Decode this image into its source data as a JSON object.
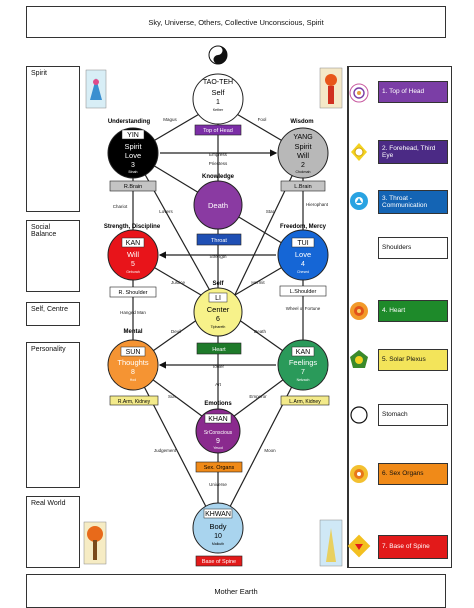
{
  "top_banner": "Sky, Universe, Others, Collective Unconscious, Spirit",
  "bottom_banner": "Mother Earth",
  "left_panels": {
    "spirit": "Spirit",
    "social": "Social Balance",
    "self_centre": "Self, Centre",
    "personality": "Personality",
    "real_world": "Real World"
  },
  "nodes": {
    "taoteh": {
      "title": "TAO-TEH",
      "name": "Self",
      "num": "1",
      "sub": "Kether"
    },
    "yin": {
      "title": "YIN",
      "name": "Spirit",
      "name2": "Love",
      "num": "3",
      "sub": "Binah"
    },
    "yang": {
      "title": "YANG",
      "name": "Spirit",
      "name2": "Will",
      "num": "2",
      "sub": "Chokmah"
    },
    "death": {
      "name": "Death"
    },
    "kan_left": {
      "title": "KAN",
      "name": "Will",
      "num": "5",
      "sub": "Geburah"
    },
    "tui": {
      "title": "TUI",
      "name": "Love",
      "num": "4",
      "sub": "Chesed"
    },
    "li": {
      "title": "LI",
      "name": "Center",
      "num": "6",
      "sub": "Tiphareth"
    },
    "sun": {
      "title": "SUN",
      "name": "Thoughts",
      "num": "8",
      "sub": "Hod"
    },
    "kan_right": {
      "title": "KAN",
      "name": "Feelings",
      "num": "7",
      "sub": "Netzach"
    },
    "khan": {
      "title": "KHAN",
      "name": "SrConscious",
      "num": "9",
      "sub": "Yesod"
    },
    "khwan": {
      "title": "KHWAN",
      "name": "Body",
      "num": "10",
      "sub": "Malkuth"
    }
  },
  "headings": {
    "understanding": "Understanding",
    "wisdom": "Wisdom",
    "knowledge": "Knowledge",
    "strength": "Strength, Discipline",
    "freedom": "Freedom, Mercy",
    "self": "Self",
    "mental": "Mental",
    "emotions": "Emotions"
  },
  "body_labels": {
    "top_of_head": "Top of Head",
    "r_brain": "R.Brain",
    "l_brain": "L.Brain",
    "throat": "Throat",
    "r_shoulder": "R. Shoulder",
    "l_shoulder": "L.Shoulder",
    "heart": "Heart",
    "r_arm": "R.Arm, Kidney",
    "l_arm": "L.Arm, Kidney",
    "sex_organs": "Sex. Organs",
    "base_spine": "Base of Spine"
  },
  "path_labels": {
    "magus": "Magus",
    "fool": "Fool",
    "empress": "Empress",
    "priestess": "Priestess",
    "chariot": "Chariot",
    "lovers": "Lovers",
    "star": "Star",
    "hierophant": "Hierophant",
    "strength": "Strength",
    "justice": "Justice",
    "hermit": "Hermit",
    "hanged_man": "Hanged Man",
    "wheel": "Wheel of Fortune",
    "devil": "Devil",
    "death": "Death",
    "tower": "Tower",
    "art": "Art",
    "sun": "Sun",
    "emperor": "Emperor",
    "judgement": "Judgement",
    "moon": "Moon",
    "universe": "Universe"
  },
  "chakras": [
    {
      "label": "1. Top of Head",
      "color": "#7b3ea6",
      "text": "#ffffff"
    },
    {
      "label": "2. Forehead, Third Eye",
      "color": "#4b2a85",
      "text": "#ffffff"
    },
    {
      "label": "3. Throat - Communication",
      "color": "#1464b4",
      "text": "#ffffff"
    },
    {
      "label": "Shoulders",
      "color": "#ffffff",
      "text": "#111111"
    },
    {
      "label": "4. Heart",
      "color": "#1e8a2a",
      "text": "#ffffff"
    },
    {
      "label": "5. Solar Plexus",
      "color": "#f3e45a",
      "text": "#111111"
    },
    {
      "label": "Stomach",
      "color": "#ffffff",
      "text": "#111111"
    },
    {
      "label": "6. Sex Organs",
      "color": "#f08a18",
      "text": "#111111"
    },
    {
      "label": "7. Base of Spine",
      "color": "#e21a1a",
      "text": "#ffffff"
    }
  ]
}
